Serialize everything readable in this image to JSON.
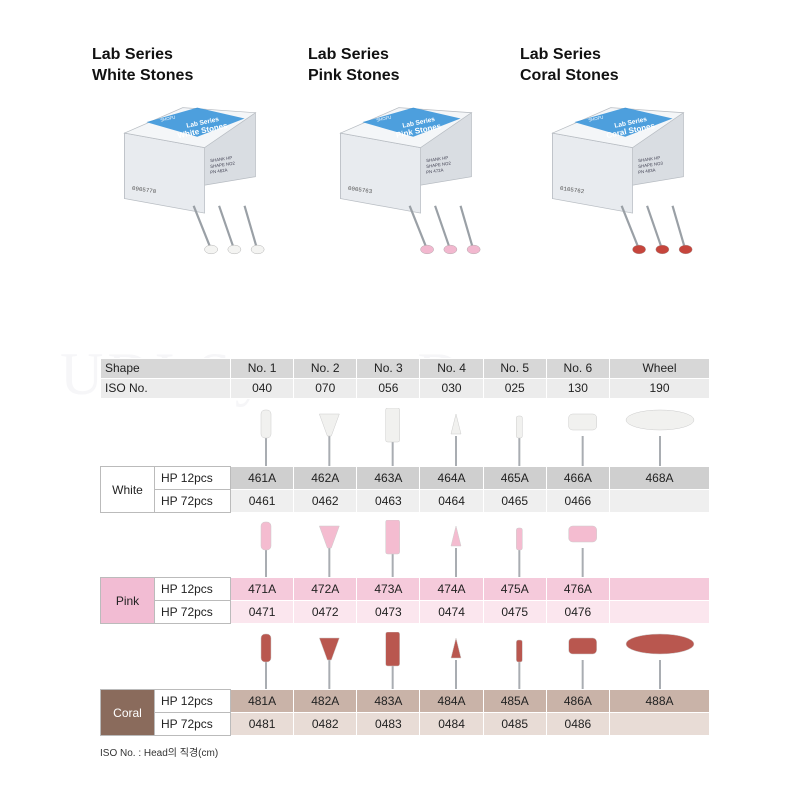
{
  "titles": [
    {
      "line1": "Lab Series",
      "line2": "White Stones"
    },
    {
      "line1": "Lab Series",
      "line2": "Pink Stones"
    },
    {
      "line1": "Lab Series",
      "line2": "Coral Stones"
    }
  ],
  "boxes": [
    {
      "brand": "SHOFU",
      "series": "Lab Series",
      "name": "White Stones",
      "code": "0905770",
      "shank_label": "SHANK",
      "shank": "HP",
      "shape_label": "SHAPE",
      "shape": "NO2",
      "pn_label": "PN",
      "pn": "462A",
      "color": "#2f8fd8",
      "stone": "#f4f4f2"
    },
    {
      "brand": "SHOFU",
      "series": "Lab Series",
      "name": "Pink Stones",
      "code": "0005763",
      "shank_label": "SHANK",
      "shank": "HP",
      "shape_label": "SHAPE",
      "shape": "NO2",
      "pn_label": "PN",
      "pn": "472A",
      "color": "#2f8fd8",
      "stone": "#f2b8cf"
    },
    {
      "brand": "SHOFU",
      "series": "Lab Series",
      "name": "Coral Stones",
      "code": "0105762",
      "shank_label": "SHANK",
      "shank": "HP",
      "shape_label": "SHAPE",
      "shape": "NO3",
      "pn_label": "PN",
      "pn": "483A",
      "color": "#2f8fd8",
      "stone": "#c6453c"
    }
  ],
  "watermark": "UDI System Dentus",
  "table": {
    "header": [
      "Shape",
      "No. 1",
      "No. 2",
      "No. 3",
      "No. 4",
      "No. 5",
      "No. 6",
      "Wheel"
    ],
    "iso": [
      "ISO No.",
      "040",
      "070",
      "056",
      "030",
      "025",
      "130",
      "190"
    ],
    "groups": [
      {
        "label": "White",
        "color": "#ffffff",
        "row1bg": "#cfcfcf",
        "row2bg": "#efefef",
        "stone": "#f1f1ef",
        "rows": [
          {
            "pack": "HP 12pcs",
            "cells": [
              "461A",
              "462A",
              "463A",
              "464A",
              "465A",
              "466A",
              "468A"
            ]
          },
          {
            "pack": "HP 72pcs",
            "cells": [
              "0461",
              "0462",
              "0463",
              "0464",
              "0465",
              "0466",
              ""
            ]
          }
        ]
      },
      {
        "label": "Pink",
        "color": "#f2bcd3",
        "row1bg": "#f5cadb",
        "row2bg": "#fbe6ee",
        "stone": "#f4bcd0",
        "rows": [
          {
            "pack": "HP 12pcs",
            "cells": [
              "471A",
              "472A",
              "473A",
              "474A",
              "475A",
              "476A",
              ""
            ]
          },
          {
            "pack": "HP 72pcs",
            "cells": [
              "0471",
              "0472",
              "0473",
              "0474",
              "0475",
              "0476",
              ""
            ]
          }
        ]
      },
      {
        "label": "Coral",
        "color": "#8a6b5c",
        "row1bg": "#c9b3a8",
        "row2bg": "#e8dcd6",
        "stone": "#b9574f",
        "rows": [
          {
            "pack": "HP 12pcs",
            "cells": [
              "481A",
              "482A",
              "483A",
              "484A",
              "485A",
              "486A",
              "488A"
            ]
          },
          {
            "pack": "HP 72pcs",
            "cells": [
              "0481",
              "0482",
              "0483",
              "0484",
              "0485",
              "0486",
              ""
            ]
          }
        ]
      }
    ]
  },
  "note": "ISO No. : Head의 직경(cm)"
}
